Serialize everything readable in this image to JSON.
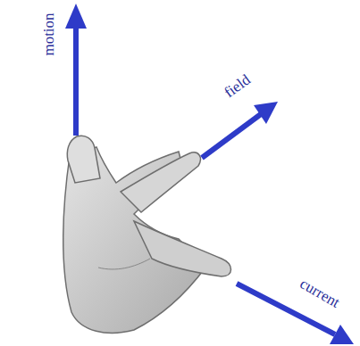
{
  "diagram": {
    "labels": [
      "motion",
      "field",
      "current"
    ]
  }
}
